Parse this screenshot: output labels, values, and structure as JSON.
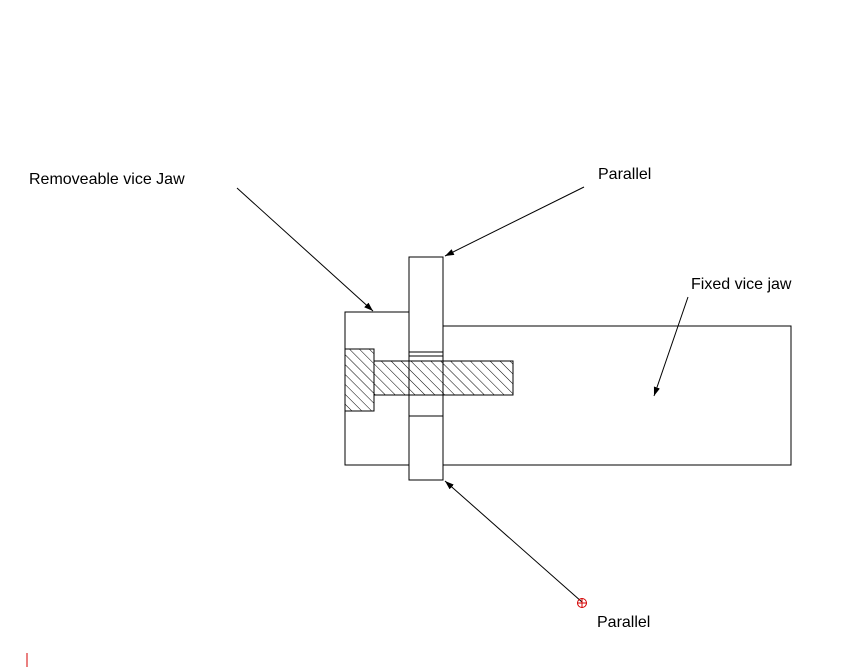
{
  "labels": {
    "removeable_jaw": "Removeable vice Jaw",
    "parallel_top": "Parallel",
    "fixed_jaw": "Fixed vice jaw",
    "parallel_bottom": "Parallel"
  },
  "colors": {
    "ink": "#000000",
    "background": "#ffffff",
    "marker": "#d40000"
  },
  "icons": {
    "snap_marker": "circle-crosshair-icon",
    "insertion_cursor": "text-cursor-icon"
  }
}
